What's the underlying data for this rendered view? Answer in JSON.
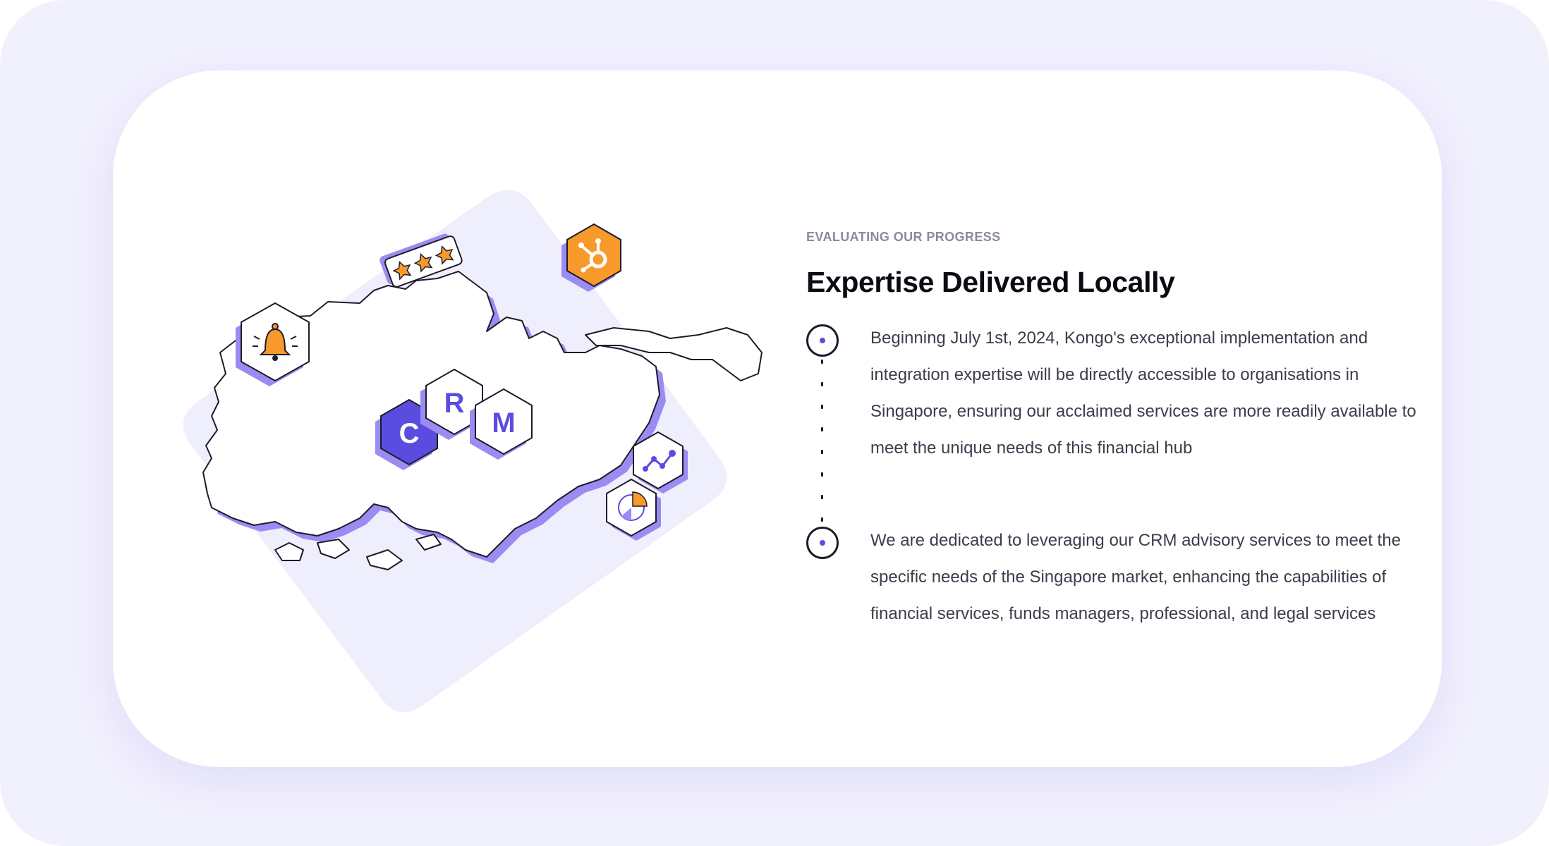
{
  "section": {
    "eyebrow": "EVALUATING OUR PROGRESS",
    "title": "Expertise Delivered Locally"
  },
  "timeline": [
    {
      "text": "Beginning July 1st, 2024, Kongo's exceptional implementation and integration expertise will be directly accessible to organisations in Singapore, ensuring our acclaimed services are more readily available to meet the unique needs of this financial hub"
    },
    {
      "text": "We are dedicated to leveraging our CRM advisory services to meet the specific needs of the Singapore market, enhancing the capabilities of financial services, funds managers, professional, and legal services"
    }
  ],
  "illustration": {
    "crm_letters": [
      "C",
      "R",
      "M"
    ],
    "icons": [
      "bell-icon",
      "star-rating-icon",
      "hubspot-icon",
      "line-chart-icon",
      "pie-chart-icon",
      "map-of-singapore"
    ]
  },
  "colors": {
    "background": "#f1f0fd",
    "card": "#ffffff",
    "accent_purple": "#5b4ce0",
    "accent_purple_light": "#9a8cf2",
    "accent_orange": "#f7992b",
    "ink": "#1d1c2b",
    "text": "#3d3c4c",
    "eyebrow": "#8b8a9c"
  }
}
